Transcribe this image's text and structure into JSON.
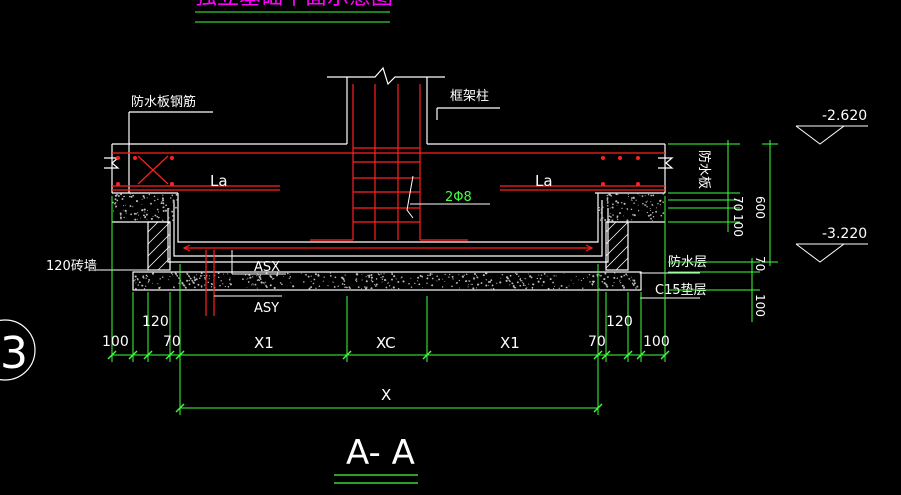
{
  "drawing": {
    "title_partial": "独立基础平面示意图",
    "section_title": "A- A",
    "grid_bubble": "3"
  },
  "labels": {
    "waterproof_rebar": "防水板钢筋",
    "frame_column": "框架柱",
    "brick_wall": "120砖墙",
    "la_left": "La",
    "la_right": "La",
    "stirrup": "2Φ8",
    "asx": "ASX",
    "asy": "ASY",
    "waterproof_board": "防水板",
    "waterproof_layer": "防水层",
    "c15_cushion": "C15垫层"
  },
  "elevations": {
    "top": "-2.620",
    "bottom": "-3.220"
  },
  "right_dims": {
    "d70": "70",
    "d100": "100",
    "d600": "600",
    "d70b": "70",
    "d100b": "100"
  },
  "bottom_dims": {
    "left_100": "100",
    "left_120": "120",
    "left_70": "70",
    "x1_left": "X1",
    "xc": "XC",
    "x1_right": "X1",
    "right_70": "70",
    "right_120": "120",
    "right_100": "100",
    "total_x": "X"
  },
  "colors": {
    "background": "#000000",
    "rebar_red": "#ff2020",
    "dim_green": "#40ff40",
    "text_white": "#ffffff",
    "title_magenta": "#ff00ff"
  }
}
